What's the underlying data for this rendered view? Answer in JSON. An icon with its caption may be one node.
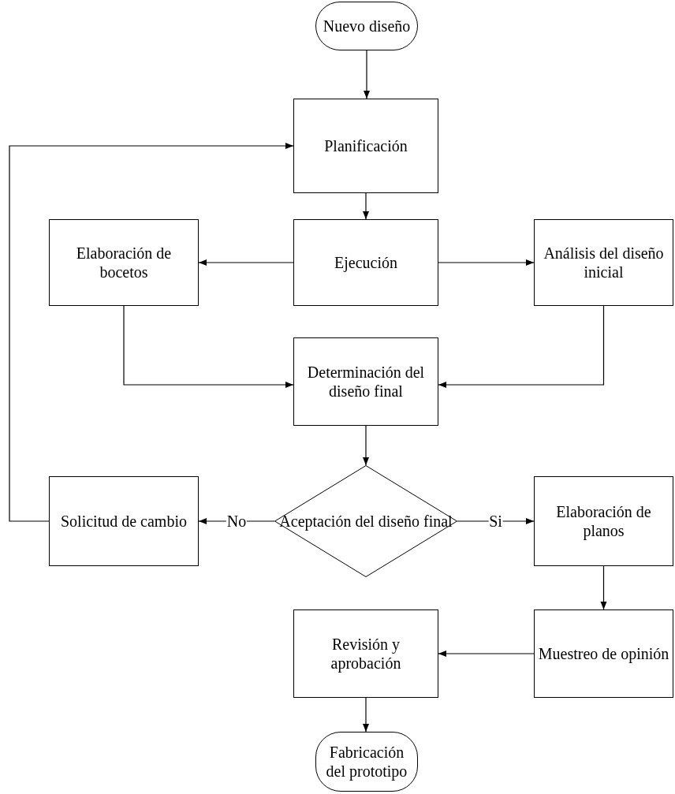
{
  "diagram": {
    "nodes": [
      {
        "text": [
          "Nuevo diseño"
        ]
      },
      {
        "text": [
          "Planificación"
        ]
      },
      {
        "text": [
          "Ejecución"
        ]
      },
      {
        "text": [
          "Elaboración de bocetos"
        ]
      },
      {
        "text": [
          "Análisis del diseño inicial"
        ]
      },
      {
        "text": [
          "Determinación del diseño final"
        ]
      },
      {
        "text": [
          "Aceptación del diseño final"
        ]
      },
      {
        "text": [
          "Solicitud de cambio"
        ]
      },
      {
        "text": [
          "Elaboración de planos"
        ]
      },
      {
        "text": [
          "Muestreo de opinión"
        ]
      },
      {
        "text": [
          "Revisión y aprobación"
        ]
      },
      {
        "text": [
          "Fabricación del prototipo"
        ]
      }
    ],
    "edges": [
      {
        "from": 0,
        "to": 1,
        "arrow": "to"
      },
      {
        "from": 1,
        "to": 2,
        "arrow": "to"
      },
      {
        "from": 2,
        "to": 3,
        "arrow": "to"
      },
      {
        "from": 2,
        "to": 4,
        "arrow": "to"
      },
      {
        "from": 3,
        "to": 5,
        "arrow": "to"
      },
      {
        "from": 4,
        "to": 5,
        "arrow": "to"
      },
      {
        "from": 5,
        "to": 6,
        "arrow": "to"
      },
      {
        "from": 6,
        "to": 7,
        "arrow": "to",
        "label": "No"
      },
      {
        "from": 6,
        "to": 8,
        "arrow": "to",
        "label": "Si"
      },
      {
        "from": 7,
        "to": 1,
        "arrow": "to"
      },
      {
        "from": 8,
        "to": 9,
        "arrow": "to"
      },
      {
        "from": 9,
        "to": 10,
        "arrow": "to"
      },
      {
        "from": 10,
        "to": 11,
        "arrow": "to"
      }
    ]
  }
}
